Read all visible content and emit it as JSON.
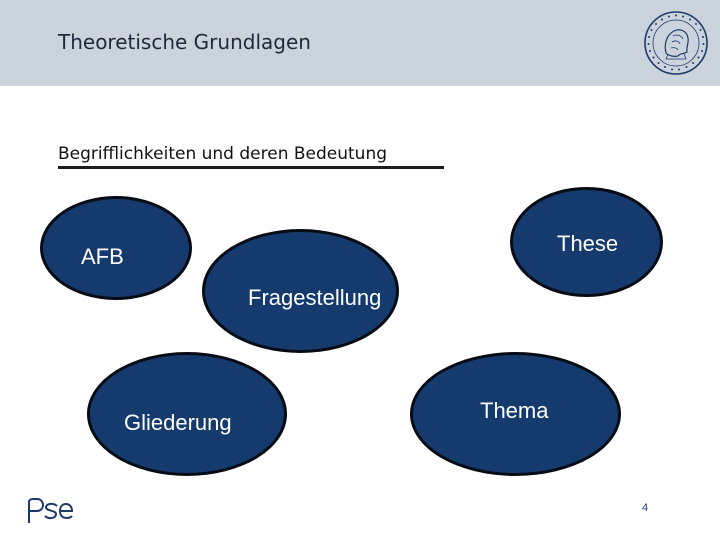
{
  "header": {
    "title": "Theoretische Grundlagen"
  },
  "subtitle": "Begrifflichkeiten und deren Bedeutung",
  "bubbles": {
    "afb": "AFB",
    "these": "These",
    "fragestellung": "Fragestellung",
    "gliederung": "Gliederung",
    "thema": "Thema"
  },
  "footer": {
    "page_number": "4"
  },
  "colors": {
    "header_bg": "#cbd3dc",
    "bubble_fill": "#143a6e",
    "bubble_border": "#070b14",
    "text_dark": "#1e2a3a"
  },
  "icons": {
    "university_seal": "university-seal-icon",
    "footer_logo": "pse-logo-icon"
  }
}
